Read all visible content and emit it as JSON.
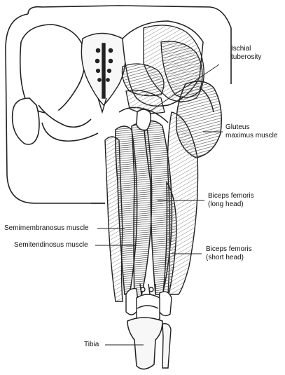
{
  "labels": {
    "ischial_tuberosity": [
      "Ischial",
      "tuberosity"
    ],
    "gluteus_maximus": [
      "Gluteus",
      "maximus muscle"
    ],
    "biceps_long": [
      "Biceps femoris",
      "(long head)"
    ],
    "semimembranosus": "Semimembranosus muscle",
    "semitendinosus": "Semitendinosus muscle",
    "biceps_short": [
      "Biceps femoris",
      "(short head)"
    ],
    "tibia": "Tibia"
  },
  "colors": {
    "outline": "#222222",
    "muscle_dark": "#4a4a4a",
    "muscle_mid": "#8a8a8a",
    "muscle_light": "#bdbdbd",
    "bone_fill": "#f4f4f4"
  }
}
